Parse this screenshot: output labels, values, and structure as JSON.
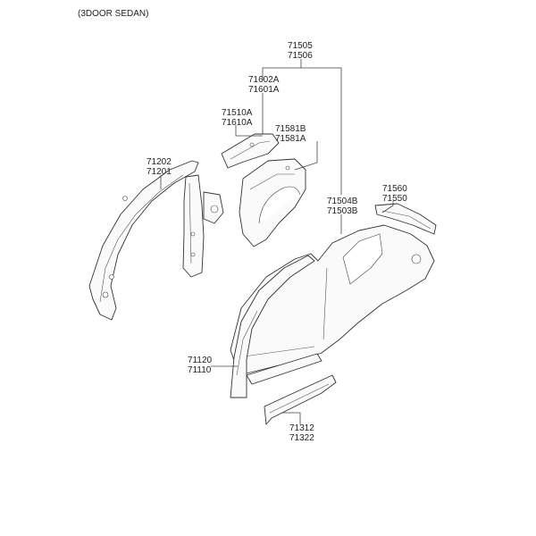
{
  "header": {
    "title": "(3DOOR SEDAN)"
  },
  "labels": {
    "p71505": "71505",
    "p71506": "71506",
    "p71602a": "71602A",
    "p71601a": "71601A",
    "p71510a": "71510A",
    "p71610a": "71610A",
    "p71581b": "71581B",
    "p71581a": "71581A",
    "p71202": "71202",
    "p71201": "71201",
    "p71504b": "71504B",
    "p71503b": "71503B",
    "p71560": "71560",
    "p71550": "71550",
    "p71120": "71120",
    "p71110": "71110",
    "p71312": "71312",
    "p71322": "71322"
  }
}
